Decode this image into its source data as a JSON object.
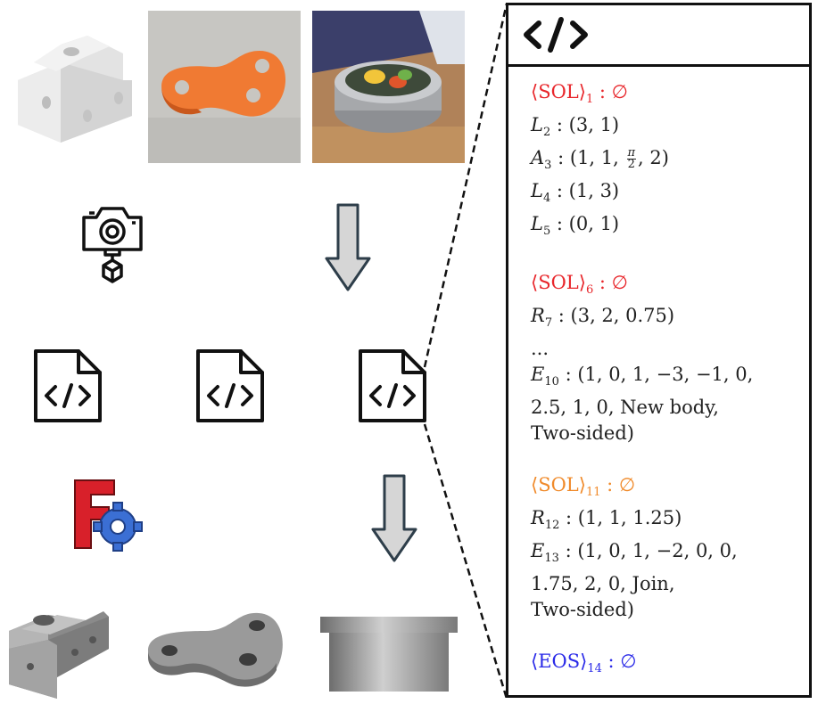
{
  "code_panel": {
    "lines": [
      {
        "text": "⟨SOL⟩",
        "sub": "1",
        "rest": " : ∅",
        "color": "red"
      },
      {
        "text": "L",
        "sub": "2",
        "rest": " : (3, 1)"
      },
      {
        "text": "A",
        "sub": "3",
        "rest_pre": " : (1, 1, ",
        "frac_num": "π",
        "frac_den": "2",
        "rest_post": ", 2)"
      },
      {
        "text": "L",
        "sub": "4",
        "rest": " : (1, 3)"
      },
      {
        "text": "L",
        "sub": "5",
        "rest": " : (0, 1)"
      },
      {
        "text": "⟨SOL⟩",
        "sub": "6",
        "rest": " : ∅",
        "color": "red"
      },
      {
        "text": "R",
        "sub": "7",
        "rest": " : (3, 2, 0.75)"
      },
      {
        "text": "..."
      },
      {
        "text": "E",
        "sub": "10",
        "rest": " : (1, 0, 1, −3, −1, 0,"
      },
      {
        "text": "2.5, 1, 0, New body,"
      },
      {
        "text": "Two-sided)"
      },
      {
        "text": "⟨SOL⟩",
        "sub": "11",
        "rest": " : ∅",
        "color": "orange"
      },
      {
        "text": "R",
        "sub": "12",
        "rest": " : (1, 1, 1.25)"
      },
      {
        "text": "E",
        "sub": "13",
        "rest": " : (1, 0, 1, −2, 0, 0,"
      },
      {
        "text": "1.75, 2, 0, Join,"
      },
      {
        "text": "Two-sided)"
      },
      {
        "text": "⟨EOS⟩",
        "sub": "14",
        "rest": " : ∅",
        "color": "blue"
      }
    ]
  },
  "colors": {
    "sol_red": "#e8262b",
    "sol_orange": "#f08a2a",
    "eos_blue": "#2a2ae8",
    "arrow_fill": "#d6d6d6",
    "arrow_stroke": "#2e3e4a",
    "freecad_red": "#d8202a",
    "freecad_blue": "#3b6fd4",
    "orange_part": "#f07a33"
  },
  "icons": [
    "code-icon",
    "camera-cube-icon",
    "code-file-icon",
    "freecad-logo",
    "down-arrow-icon"
  ]
}
